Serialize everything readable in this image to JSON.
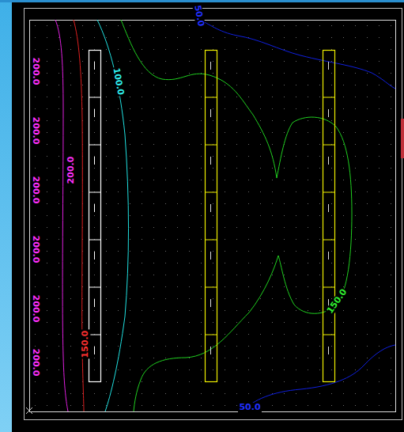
{
  "diagram": {
    "labels": [
      "50.0",
      "200.0",
      "200.0",
      "200.0",
      "200.0",
      "200.0",
      "200.0",
      "100.0",
      "200.0",
      "150.0",
      "150.0",
      "50.0"
    ]
  }
}
